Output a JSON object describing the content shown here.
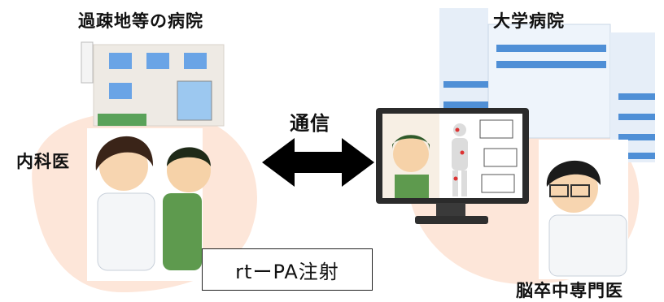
{
  "labels": {
    "local_hospital": "過疎地等の病院",
    "university_hospital": "大学病院",
    "communication": "通信",
    "internist": "内科医",
    "treatment": "rtーPA注射",
    "stroke_specialist": "脳卒中専門医"
  },
  "colors": {
    "bubble": "#fde6d9",
    "building_blue": "#4f8fd6",
    "arrow": "#000000",
    "monitor": "#2b2b2b"
  }
}
